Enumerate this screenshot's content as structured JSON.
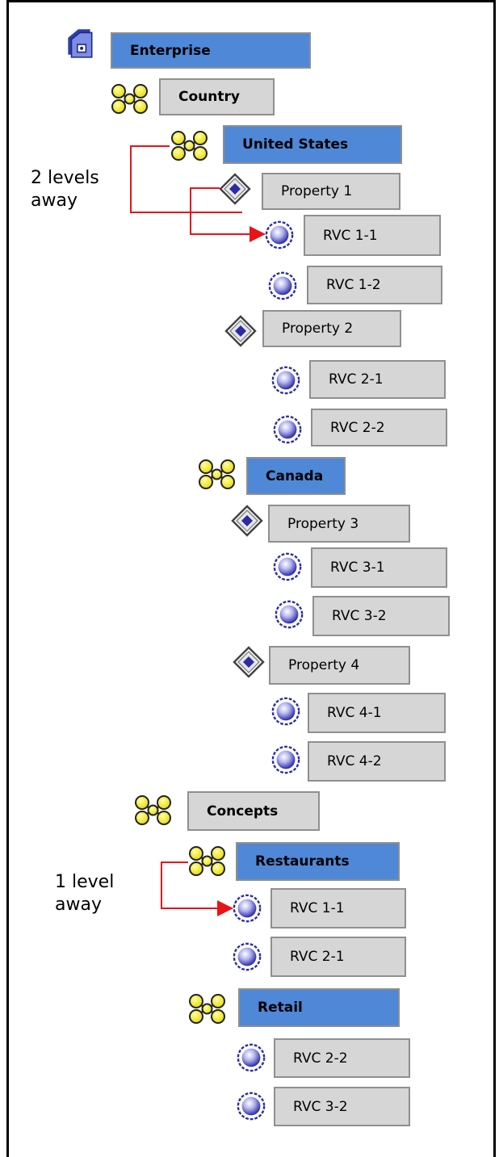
{
  "hierarchy": {
    "enterprise": "Enterprise",
    "country": "Country",
    "united_states": "United States",
    "property_1": "Property 1",
    "rvc_1_1": "RVC 1-1",
    "rvc_1_2": "RVC 1-2",
    "property_2": "Property 2",
    "rvc_2_1": "RVC 2-1",
    "rvc_2_2": "RVC 2-2",
    "canada": "Canada",
    "property_3": "Property 3",
    "rvc_3_1": "RVC 3-1",
    "rvc_3_2": "RVC 3-2",
    "property_4": "Property 4",
    "rvc_4_1": "RVC 4-1",
    "rvc_4_2": "RVC 4-2",
    "concepts": "Concepts",
    "restaurants": "Restaurants",
    "rest_rvc_1_1": "RVC 1-1",
    "rest_rvc_2_1": "RVC 2-1",
    "retail": "Retail",
    "retail_rvc_2_2": "RVC 2-2",
    "retail_rvc_3_2": "RVC 3-2"
  },
  "annotations": {
    "two_levels": "2 levels\naway",
    "one_level": "1 level\naway"
  },
  "colors": {
    "blue_box": "#4f88d6",
    "gray_box": "#d6d6d6",
    "arrow": "#e8141a",
    "zone_icon": "#f3e600"
  },
  "icons": {
    "enterprise": "enterprise-icon",
    "zone": "zone-icon",
    "property": "property-icon",
    "rvc": "rvc-icon"
  }
}
